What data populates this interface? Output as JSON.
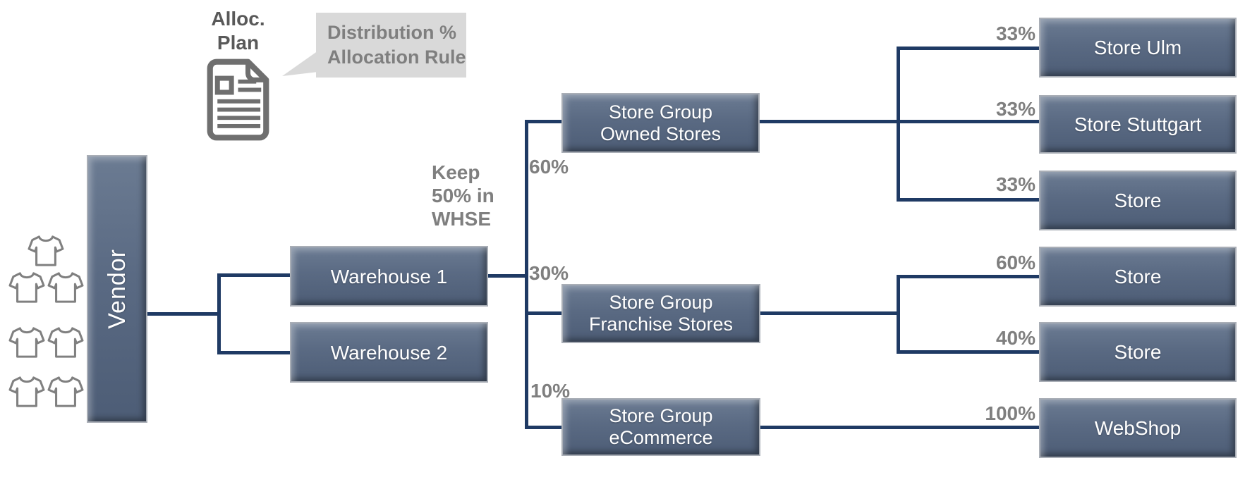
{
  "palette": {
    "connector_navy": "#1f3a64",
    "box_fill": "#57677f",
    "box_border": "#a9aeb6",
    "box_text": "#ffffff",
    "label_gray": "#7f7f7f",
    "callout_bg": "#d9d9d9",
    "icon_gray": "#6f6f6f",
    "alloc_title_gray": "#595959"
  },
  "alloc_plan": {
    "line1": "Alloc.",
    "line2": "Plan",
    "icon": "document-icon"
  },
  "callout": {
    "line1": "Distribution %",
    "line2": "Allocation Rule"
  },
  "keep_note": {
    "line1": "Keep",
    "line2": "50% in",
    "line3": "WHSE"
  },
  "nodes": {
    "vendor": {
      "label": "Vendor"
    },
    "warehouse1": {
      "label": "Warehouse 1"
    },
    "warehouse2": {
      "label": "Warehouse 2"
    },
    "owned": {
      "line1": "Store Group",
      "line2": "Owned Stores"
    },
    "franchise": {
      "line1": "Store Group",
      "line2": "Franchise Stores"
    },
    "ecommerce": {
      "line1": "Store Group",
      "line2": "eCommerce"
    },
    "store_ulm": {
      "label": "Store Ulm"
    },
    "store_stuttgart": {
      "label": "Store Stuttgart"
    },
    "store_33": {
      "label": "Store"
    },
    "store_60": {
      "label": "Store"
    },
    "store_40": {
      "label": "Store"
    },
    "webshop": {
      "label": "WebShop"
    }
  },
  "percentages": {
    "to_owned": "60%",
    "to_franchise": "30%",
    "to_ecommerce": "10%",
    "ulm": "33%",
    "stuttgart": "33%",
    "store3": "33%",
    "store60": "60%",
    "store40": "40%",
    "webshop": "100%"
  },
  "tshirt_count": "7"
}
